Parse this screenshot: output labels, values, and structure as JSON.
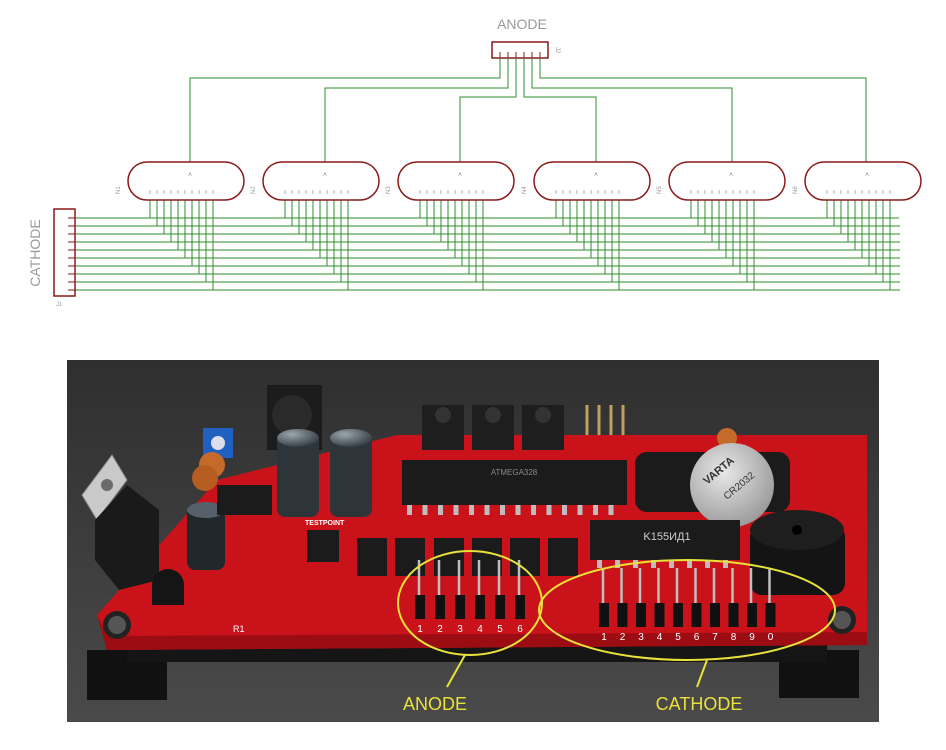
{
  "schematic": {
    "anode_label": "ANODE",
    "cathode_label": "CATHODE",
    "anode_connector_ref": "J2",
    "cathode_connector_ref": "J1",
    "tube_refs": [
      "N1",
      "N2",
      "N3",
      "N4",
      "N5",
      "N6"
    ],
    "tube_anode_pin_label": "A",
    "wire_color": "#2e8b2e",
    "outline_color": "#8b1a1a",
    "label_color": "#9a9a9a"
  },
  "photo": {
    "anode_caption": "ANODE",
    "cathode_caption": "CATHODE",
    "anode_pin_numbers": [
      "1",
      "2",
      "3",
      "4",
      "5",
      "6"
    ],
    "cathode_pin_numbers": [
      "1",
      "2",
      "3",
      "4",
      "5",
      "6",
      "7",
      "8",
      "9",
      "0"
    ],
    "chip_label_mcu": "ATMEGA328",
    "chip_label_driver": "K155ИД1",
    "battery_label": "CR2032",
    "battery_brand": "VARTA",
    "board_label_testpoint": "TESTPOINT",
    "ref_r1": "R1",
    "highlight_color": "#e8e23a",
    "board_color": "#d4141a",
    "background_color": "#3b3b3b"
  }
}
